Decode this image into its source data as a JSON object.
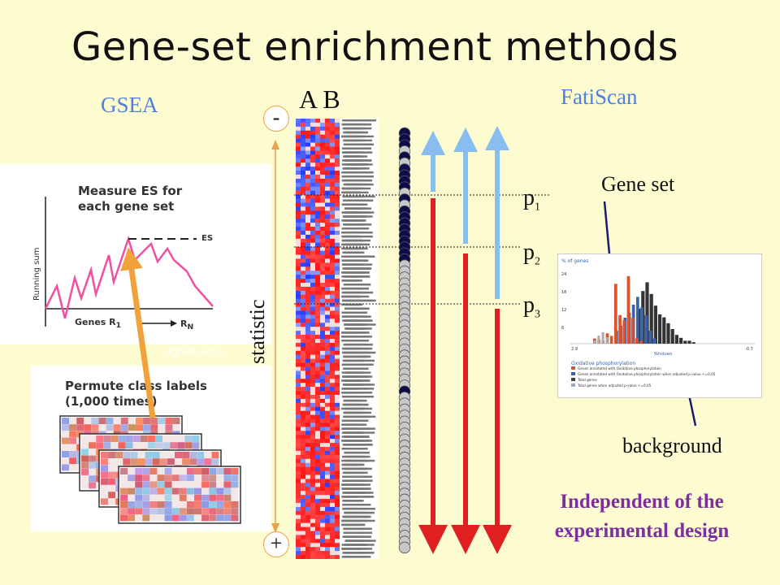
{
  "title": "Gene-set enrichment methods",
  "labels": {
    "gsea": "GSEA",
    "fatiscan": "FatiScan",
    "ab": "A B",
    "gene_set": "Gene set",
    "background": "background",
    "independent": "Independent of the experimental design",
    "minus": "-",
    "plus": "+",
    "statistic": "statistic",
    "significance": "significance"
  },
  "pvalues": [
    {
      "base": "p",
      "sub": "1"
    },
    {
      "base": "p",
      "sub": "2"
    },
    {
      "base": "p",
      "sub": "3"
    }
  ],
  "gsea_panel1": {
    "title_line1": "Measure ES for",
    "title_line2": "each gene set",
    "es_label": "ES",
    "y_label": "Running sum",
    "x_label": "Genes R",
    "x_label_sub": "1",
    "x_end": "R",
    "x_end_sub": "N"
  },
  "gsea_panel2": {
    "title_line1": "Permute class labels",
    "title_line2": "(1,000 times)"
  },
  "histogram": {
    "y_label": "% of genes",
    "y_ticks": [
      "24",
      "18",
      "12",
      "6"
    ],
    "x_left": "2.9",
    "x_right": "-0.7",
    "x_label": "Windows",
    "subtitle": "Oxidative phosphorylation",
    "legend": [
      {
        "text": "Genes annotated with Oxidative phosphorylation",
        "color": "#d9542f"
      },
      {
        "text": "Genes annotated with Oxidative phosphorylation when adjusted p-value <=0.05",
        "color": "#3a63a8"
      },
      {
        "text": "Total genes",
        "color": "#444444"
      },
      {
        "text": "Total genes when adjusted p-value <=0.05",
        "color": "#9aa9bd"
      }
    ]
  },
  "colors": {
    "accent_blue": "#4f7fe0",
    "purple": "#7d2f9e",
    "arrow_red": "#e02020",
    "arrow_lightblue": "#88bdf0",
    "arrow_orange": "#f2a23c"
  },
  "circles": {
    "dark_indices": [
      0,
      1,
      2,
      4,
      6,
      7,
      8,
      9,
      11,
      13,
      14,
      15,
      16,
      17,
      18,
      19,
      20,
      21,
      43
    ],
    "count": 70
  }
}
